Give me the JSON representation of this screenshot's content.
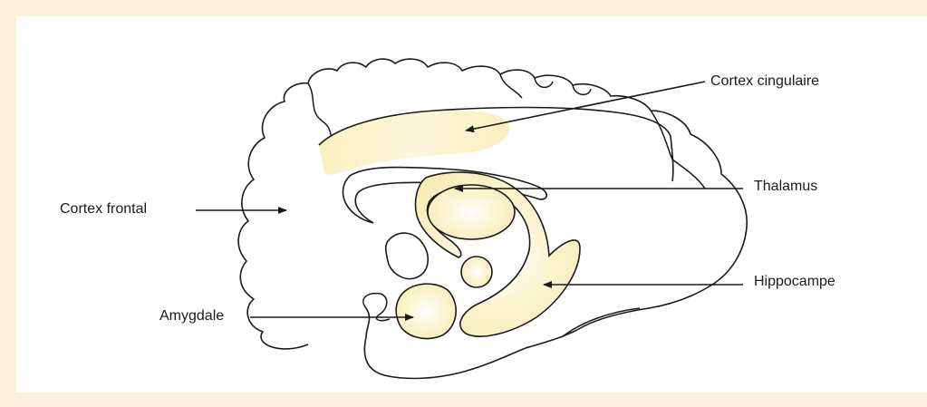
{
  "colors": {
    "border_bg": "#fdefdd",
    "panel_bg": "#ffffff",
    "highlight": "#fbf1c4",
    "stroke": "#1a1a1a"
  },
  "labels": {
    "cortex_cingulaire": "Cortex cingulaire",
    "thalamus": "Thalamus",
    "cortex_frontal": "Cortex frontal",
    "hippocampe": "Hippocampe",
    "amygdale": "Amygdale"
  }
}
